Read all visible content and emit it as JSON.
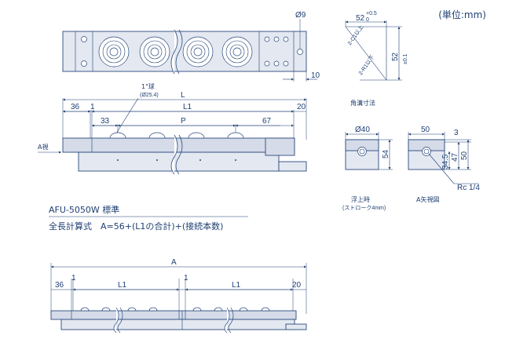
{
  "unit_label": "(単位:mm)",
  "top_view": {
    "dia_label": "Ø9",
    "dim_10": "10"
  },
  "front_view": {
    "ball_label": "1\"球",
    "ball_dia": "(Ø25.4)",
    "dim_L": "L",
    "dim_36": "36",
    "dim_1": "1",
    "dim_L1": "L1",
    "dim_20": "20",
    "dim_33": "33",
    "dim_P": "P",
    "dim_67": "67",
    "view_label": "A視"
  },
  "groove": {
    "dim_52": "52",
    "tol_upper": "+0.5",
    "tol_lower": "0",
    "chamfer_top": "2-C1以上",
    "chamfer_bottom": "2-R1以下",
    "dim_52_side": "52",
    "tol_side": "±0.1",
    "title": "角溝寸法"
  },
  "float_view": {
    "dia": "Ø40",
    "dim_54": "54",
    "title_line1": "浮上時",
    "title_line2": "(ストローク4mm)"
  },
  "arrow_view": {
    "dim_50": "50",
    "dim_3": "3",
    "dim_34_5": "34.5",
    "dim_47": "47",
    "dim_50_side": "50",
    "rc": "Rc 1/4",
    "title": "A矢視図"
  },
  "formula": {
    "model": "AFU-5050W 標準",
    "text": "全長計算式　A=56+(L1の合計)+(接続本数)"
  },
  "bottom_view": {
    "dim_A": "A",
    "dim_36": "36",
    "dim_1a": "1",
    "dim_L1a": "L1",
    "dim_1b": "1",
    "dim_L1b": "L1",
    "dim_20": "20"
  }
}
